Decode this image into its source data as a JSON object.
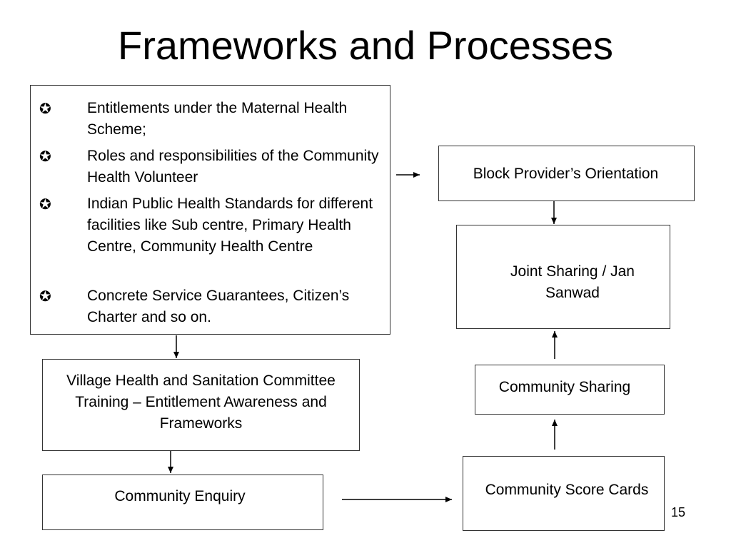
{
  "slide": {
    "title": "Frameworks and Processes",
    "page_number": "15"
  },
  "bullets": [
    {
      "icon": "star-bullet-icon",
      "text": "Entitlements under the Maternal Health Scheme;"
    },
    {
      "icon": "star-bullet-icon",
      "text": "Roles and responsibilities of the Community Health Volunteer"
    },
    {
      "icon": "star-bullet-icon",
      "text": "Indian Public Health Standards for different facilities like Sub centre, Primary Health Centre, Community Health Centre"
    },
    {
      "icon": "star-bullet-icon",
      "text": "Concrete Service Guarantees, Citizen’s Charter and so on."
    }
  ],
  "nodes": {
    "vhsc_training": "Village Health and Sanitation Committee Training – Entitlement Awareness and Frameworks",
    "community_enquiry": "Community Enquiry",
    "community_score_cards": "Community Score Cards",
    "community_sharing": "Community Sharing",
    "joint_sharing": "Joint Sharing / Jan Sanwad",
    "block_orientation": "Block Provider’s Orientation"
  },
  "edges": [
    {
      "from": "bullets",
      "to": "vhsc_training"
    },
    {
      "from": "vhsc_training",
      "to": "community_enquiry"
    },
    {
      "from": "community_enquiry",
      "to": "community_score_cards"
    },
    {
      "from": "community_score_cards",
      "to": "community_sharing"
    },
    {
      "from": "community_sharing",
      "to": "joint_sharing"
    },
    {
      "from": "block_orientation",
      "to": "joint_sharing"
    },
    {
      "from": "bullets",
      "to": "block_orientation"
    }
  ]
}
